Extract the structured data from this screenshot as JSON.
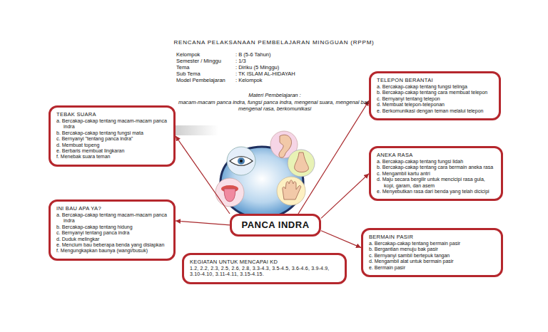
{
  "diagram": {
    "title": "RENCANA PELAKSANAAN PEMBELAJARAN MINGGUAN (RPPM)",
    "nodes": [
      {
        "text": [
          "TELEPON BERANTAI",
          "a. Bercakap-cakap tentang fungsi telinga",
          "b. Bercakap-cakap tentang cara membuat telepon",
          "c. Bernyanyi tentang telepon",
          "d. Membuat telepon-teleponan",
          "e. Berkomunikasi dengan teman melalui telepon"
        ]
      },
      {
        "text": [
          "TEBAK SUARA",
          "a. Bercakap-cakap tentang macam-macam panca indra",
          "b. Bercakap-cakap tentang fungsi mata",
          "c. Bernyanyi \"tentang panca indra\"",
          "d. Membuat topeng",
          "e. Berbaris membuat lingkaran",
          "f. Menebak suara teman"
        ]
      },
      {
        "text": [
          "ANEKA RASA",
          "a. Bercakap-cakap tentang fungsi lidah",
          "b. Bercakap-cakap tentang cara bermain aneka rasa",
          "c. Mengambil kartu antri",
          "d. Maju secara bergilir untuk mencicipi rasa gula, kopi, garam, dan asem",
          "e. Menyebutkan rasa dari benda yang telah dicicipi"
        ]
      },
      {
        "text": [
          "INI BAU APA YA?",
          "a. Bercakap-cakap tentang macam-macam panca indra",
          "b. Bercakap-cakap tentang hidung",
          "c. Bernyanyi tentang panca indra",
          "d. Duduk melingkar",
          "e. Mencium bau beberapa benda yang disiapkan",
          "f. Mengungkapkan baunya (wangi/busuk)"
        ]
      },
      {
        "text": [
          "PANCA INDRA"
        ]
      },
      {
        "text": [
          "BERMAIN PASIR",
          "a. Bercakap-cakap tentang bermain pasir",
          "b. Bergantian menuju bak pasir",
          "c. Bernyanyi sambil bertepuk tangan",
          "d. Mengambil alat untuk bermain pasir",
          "e. Bermain pasir"
        ]
      },
      {
        "text": [
          "KEGIATAN UNTUK MENCAPAI KD",
          "1.2, 2.2, 2.3, 2.5, 2.6, 2.8, 3.3-4.3, 3.5-4.5, 3.6-4.6, 3.9-4.9, 3.10-4.10, 3.11-4.11, 3.15-4.15."
        ]
      }
    ],
    "edges": [
      {
        "from": 4,
        "to": 0,
        "arrow": "to"
      },
      {
        "from": 4,
        "to": 1,
        "arrow": "to"
      },
      {
        "from": 4,
        "to": 2,
        "arrow": "to"
      },
      {
        "from": 4,
        "to": 3,
        "arrow": "to"
      },
      {
        "from": 4,
        "to": 5,
        "arrow": "to"
      }
    ],
    "labels": [
      "Kelompok",
      ": B (5-6 Tahun)",
      "Semester / Minggu",
      ": 1/3",
      "Tema",
      ": Diriku (5 Minggu)",
      "Sub Tema",
      ": TK ISLAM AL-HIDAYAH",
      "Model Pembelajaran",
      ": Kelompok",
      "Materi Pembelajaran :",
      "macam-macam panca indra, fungsi panca indra, mengenal suara, mengenal bau, mengenal rasa, berkomunikasi"
    ]
  }
}
